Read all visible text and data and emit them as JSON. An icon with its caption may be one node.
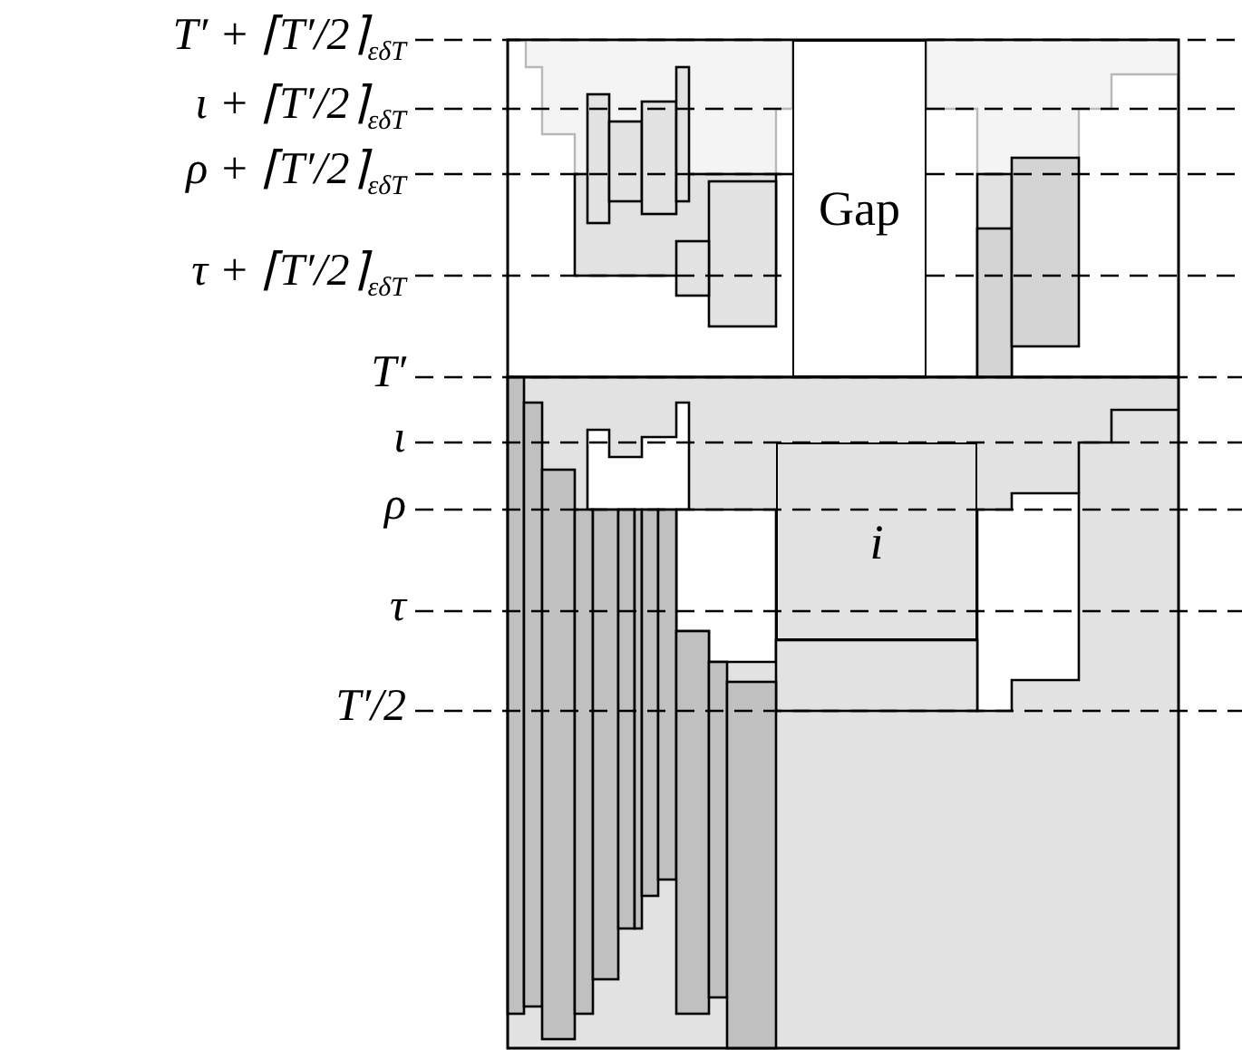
{
  "diagram": {
    "nodes": [
      {
        "text": [
          "Gap"
        ]
      },
      {
        "text": [
          "i"
        ]
      }
    ],
    "labels": [
      "*T*′ + ⌈*T*′/2⌉$_{εδT}$",
      "ι + ⌈*T*′/2⌉$_{εδT}$",
      "ρ + ⌈*T*′/2⌉$_{εδT}$",
      "τ + ⌈*T*′/2⌉$_{εδT}$",
      "*T*′",
      "ι",
      "ρ",
      "τ",
      "*T*′/2"
    ]
  }
}
